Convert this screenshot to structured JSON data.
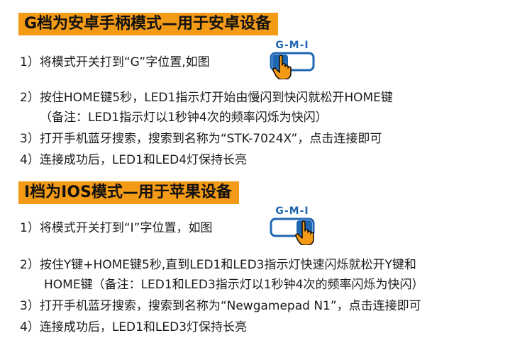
{
  "section_g": {
    "banner": "G档为安卓手柄模式—用于安卓设备",
    "step1": "1）将模式开关打到“G”字位置,如图",
    "step2": "2）按住HOME键5秒，LED1指示灯开始由慢闪到快闪就松开HOME键",
    "step2_note": "（备注：LED1指示灯以1秒钟4次的频率闪烁为快闪）",
    "step3": "3）打开手机蓝牙搜索，搜索到名称为“STK-7024X”，点击连接即可",
    "step4": "4）连接成功后，LED1和LED4灯保持长亮",
    "switch_label": "G-M-I",
    "switch_position": "G"
  },
  "section_i": {
    "banner": "I档为IOS模式—用于苹果设备",
    "step1": "1）将模式开关打到“I”字位置，如图",
    "step2": "2）按住Y键+HOME键5秒,直到LED1和LED3指示灯快速闪烁就松开Y键和",
    "step2_cont": "HOME键（备注：LED1和LED3指示灯以1秒钟4次的频率闪烁为快闪）",
    "step3": "3）打开手机蓝牙搜索，搜索到名称为“Newgamepad N1”，点击连接即可",
    "step4": "4）连接成功后，LED1和LED3灯保持长亮",
    "switch_label": "G-M-I",
    "switch_position": "I"
  },
  "colors": {
    "banner_bg": "#f39a16",
    "switch_blue": "#1f66b3",
    "hand_orange": "#f39a16"
  },
  "icons": {
    "switch": "mode-switch-icon",
    "hand": "pointing-hand-icon"
  }
}
